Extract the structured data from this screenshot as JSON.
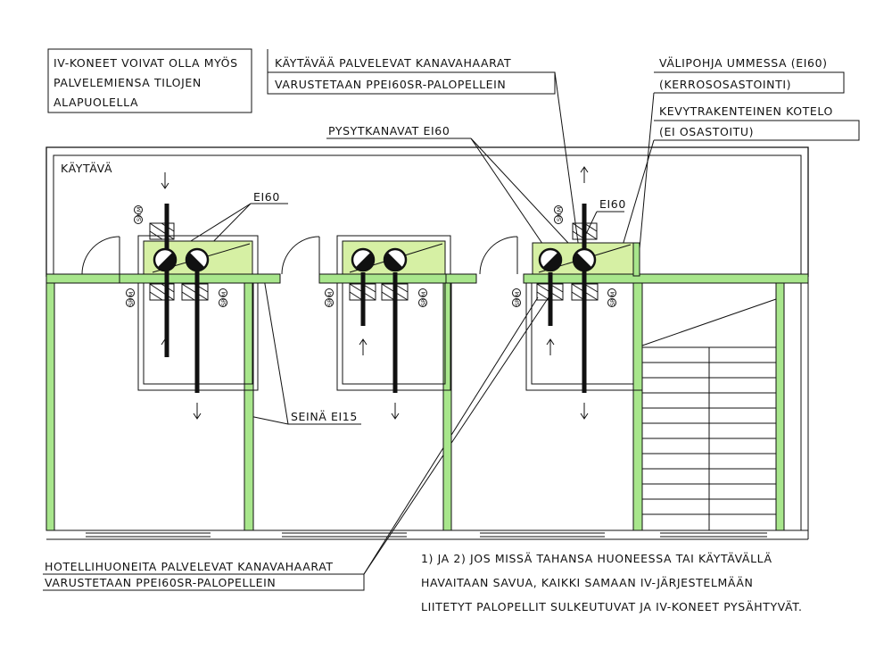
{
  "labels": {
    "iv_note": [
      "IV-KONEET VOIVAT OLLA MYÖS",
      "PALVELEMIENSA TILOJEN",
      "ALAPUOLELLA"
    ],
    "corridor_branches": [
      "KÄYTÄVÄÄ PALVELEVAT KANAVAHAARAT",
      "VARUSTETAAN PPEI60SR-PALOPELLEIN"
    ],
    "floor": [
      "VÄLIPOHJA UMMESSA (EI60)",
      "(KERROSOSASTOINTI)"
    ],
    "casing": [
      "KEVYTRAKENTEINEN KOTELO",
      "(EI OSASTOITU)"
    ],
    "vertical": "PYSYTKANAVAT EI60",
    "corridor": "KÄYTÄVÄ",
    "ei60_a": "EI60",
    "ei60_b": "EI60",
    "wall": "SEINÄ EI15",
    "hotel_branches": [
      "HOTELLIHUONEITA PALVELEVAT KANAVAHAARAT",
      "VARUSTETAAN PPEI60SR-PALOPELLEIN"
    ],
    "general_note": [
      "1) JA 2) JOS MISSÄ TAHANSA HUONEESSA TAI KÄYTÄVÄLLÄ",
      "HAVAITAAN SAVUA, KAIKKI SAMAAN IV-JÄRJESTELMÄÄN",
      "LIITETYT PALOPELLIT SULKEUTUVAT JA IV-KONEET PYSÄHTYVÄT."
    ],
    "damper_code": "SR M"
  },
  "colors": {
    "wall_fill": "#a8e68c",
    "box_fill": "#d6f0a4",
    "line": "#111111"
  }
}
